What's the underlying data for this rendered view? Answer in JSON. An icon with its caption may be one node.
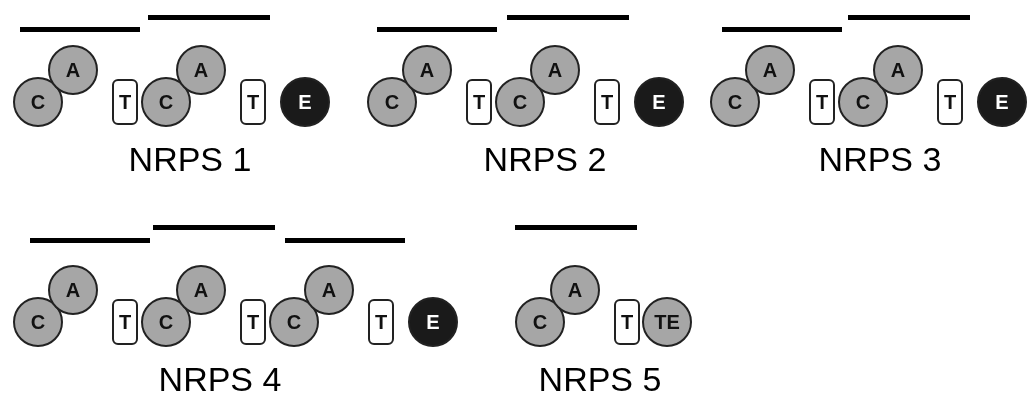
{
  "diagram": {
    "nodes": [
      {
        "text": [
          "C"
        ]
      },
      {
        "text": [
          "A"
        ]
      },
      {
        "text": [
          "T"
        ]
      },
      {
        "text": [
          "C"
        ]
      },
      {
        "text": [
          "A"
        ]
      },
      {
        "text": [
          "T"
        ]
      },
      {
        "text": [
          "E"
        ]
      },
      {
        "text": [
          "C"
        ]
      },
      {
        "text": [
          "A"
        ]
      },
      {
        "text": [
          "T"
        ]
      },
      {
        "text": [
          "C"
        ]
      },
      {
        "text": [
          "A"
        ]
      },
      {
        "text": [
          "T"
        ]
      },
      {
        "text": [
          "E"
        ]
      },
      {
        "text": [
          "C"
        ]
      },
      {
        "text": [
          "A"
        ]
      },
      {
        "text": [
          "T"
        ]
      },
      {
        "text": [
          "C"
        ]
      },
      {
        "text": [
          "A"
        ]
      },
      {
        "text": [
          "T"
        ]
      },
      {
        "text": [
          "E"
        ]
      },
      {
        "text": [
          "C"
        ]
      },
      {
        "text": [
          "A"
        ]
      },
      {
        "text": [
          "T"
        ]
      },
      {
        "text": [
          "C"
        ]
      },
      {
        "text": [
          "A"
        ]
      },
      {
        "text": [
          "T"
        ]
      },
      {
        "text": [
          "C"
        ]
      },
      {
        "text": [
          "A"
        ]
      },
      {
        "text": [
          "T"
        ]
      },
      {
        "text": [
          "E"
        ]
      },
      {
        "text": [
          "C"
        ]
      },
      {
        "text": [
          "A"
        ]
      },
      {
        "text": [
          "T"
        ]
      },
      {
        "text": [
          "TE"
        ]
      }
    ],
    "labels": [
      "NRPS 1",
      "NRPS 2",
      "NRPS 3",
      "NRPS 4",
      "NRPS 5"
    ]
  }
}
